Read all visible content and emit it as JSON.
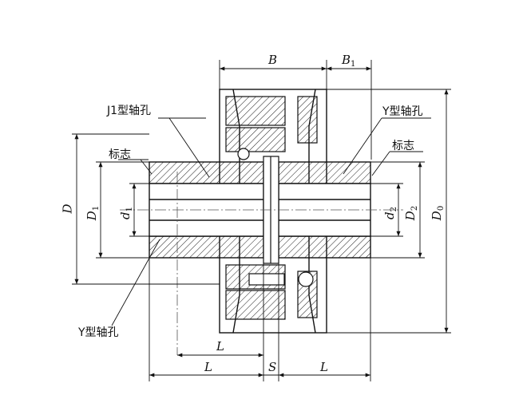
{
  "labels": {
    "j1_bore": "J1型轴孔",
    "y_bore_right": "Y型轴孔",
    "y_bore_bottom": "Y型轴孔",
    "mark_left": "标志",
    "mark_right": "标志"
  },
  "dims": {
    "B": "B",
    "B1_main": "B",
    "B1_sub": "1",
    "D": "D",
    "D1_main": "D",
    "D1_sub": "1",
    "d1_main": "d",
    "d1_sub": "1",
    "d2_main": "d",
    "d2_sub": "2",
    "D2_main": "D",
    "D2_sub": "2",
    "D0_main": "D",
    "D0_sub": "0",
    "L_upper": "L",
    "L_left": "L",
    "S": "S",
    "L_right": "L"
  }
}
